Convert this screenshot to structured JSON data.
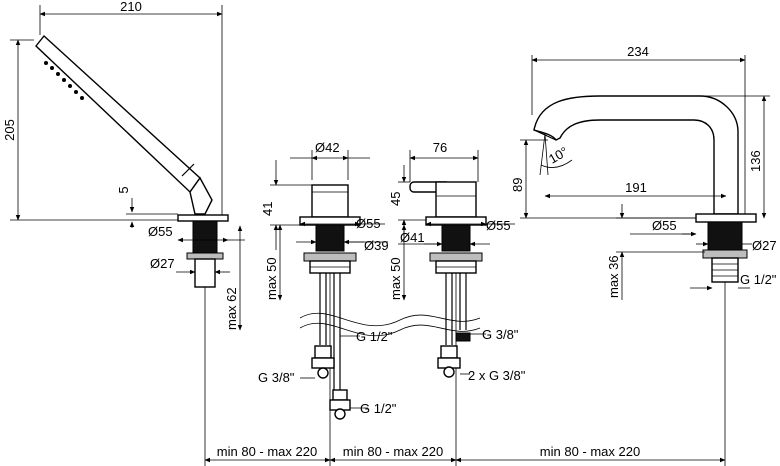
{
  "dimensions": {
    "hand_shower_width": "210",
    "hand_shower_height": "205",
    "hand_offset": "5",
    "hand_diam_top": "Ø55",
    "hand_diam_bottom": "Ø27",
    "hand_max": "max 62",
    "mixer1_top": "Ø42",
    "mixer1_height": "41",
    "mixer1_flange": "Ø55",
    "mixer1_body": "Ø39",
    "mixer1_max": "max 50",
    "mixer1_conn": "G 1/2\"",
    "mixer1_valve": "G 3/8\"",
    "mixer1_valve2": "G 1/2\"",
    "mixer2_lever": "76",
    "mixer2_height": "45",
    "mixer2_body": "Ø41",
    "mixer2_flange": "Ø55",
    "mixer2_max": "max 50",
    "mixer2_conn": "G 3/8\"",
    "mixer2_conn2": "2 x G 3/8\"",
    "spout_width": "234",
    "spout_reach": "191",
    "spout_height": "136",
    "spout_outlet": "89",
    "spout_angle": "10°",
    "spout_flange": "Ø55",
    "spout_base": "Ø27",
    "spout_max": "max 36",
    "spout_conn": "G 1/2\"",
    "spacing_1": "min 80 - max 220",
    "spacing_2": "min 80 - max 220",
    "spacing_3": "min 80 - max 220"
  }
}
